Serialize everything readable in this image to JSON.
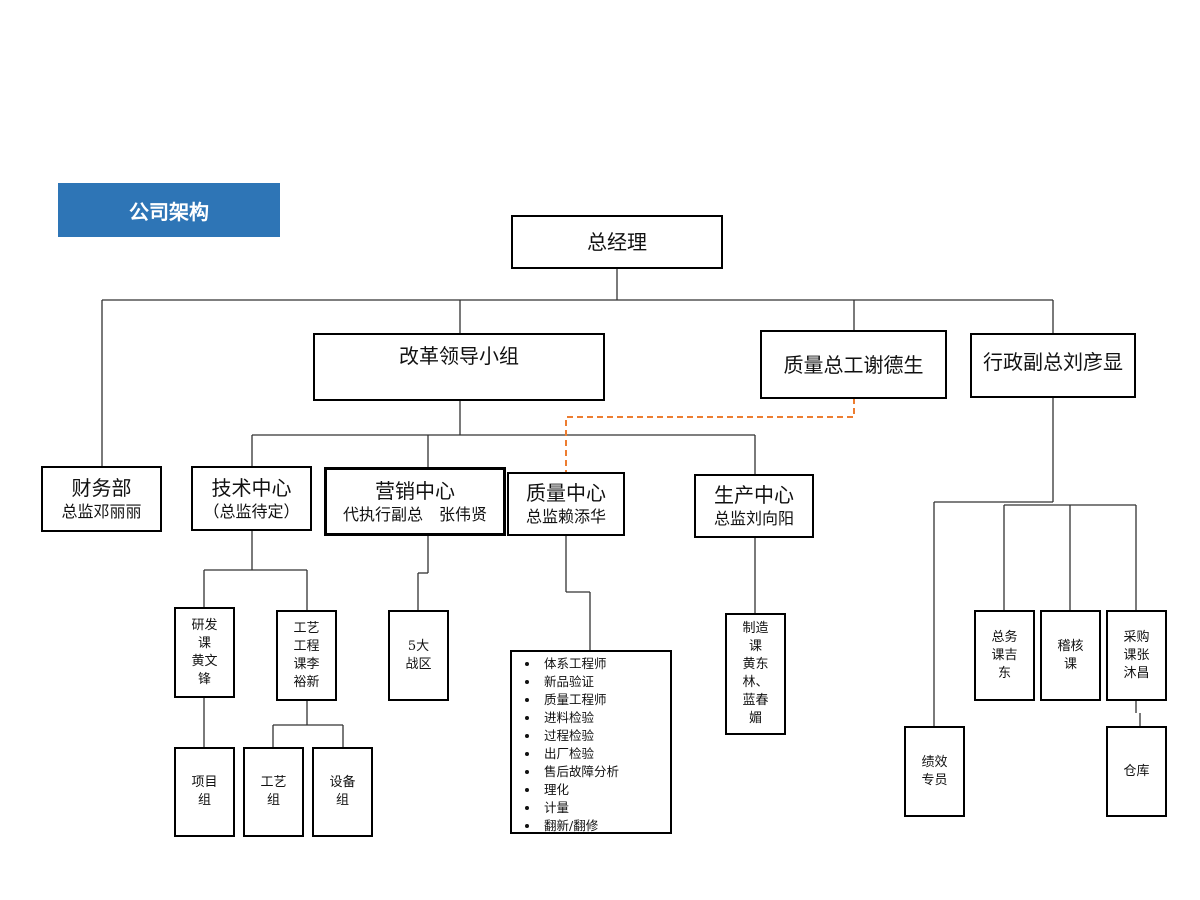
{
  "banner": "公司架构",
  "gm": "总经理",
  "reform": "改革领导小组",
  "quality_chief": "质量总工谢德生",
  "admin_vp": "行政副总刘彦显",
  "finance": {
    "title": "财务部",
    "sub": "总监邓丽丽"
  },
  "tech": {
    "title": "技术中心",
    "sub": "（总监待定）"
  },
  "marketing": {
    "title": "营销中心",
    "sub": "代执行副总　张伟贤"
  },
  "quality": {
    "title": "质量中心",
    "sub": "总监赖添华"
  },
  "production": {
    "title": "生产中心",
    "sub": "总监刘向阳"
  },
  "rd": "研发\n课\n黄文\n锋",
  "process_eng": "工艺\n工程\n课李\n裕新",
  "project_group": "项目\n组",
  "process_group": "工艺\n组",
  "equipment_group": "设备\n组",
  "war_zone": "5大\n战区",
  "quality_items": [
    "体系工程师",
    "新品验证",
    "质量工程师",
    "进料检验",
    "过程检验",
    "出厂检验",
    "售后故障分析",
    "理化",
    "计量",
    "翻新/翻修"
  ],
  "manufacturing": "制造\n课\n黄东\n林、\n蓝春\n媚",
  "general_affairs": "总务\n课吉\n东",
  "audit": "稽核\n课",
  "performance": "绩效\n专员",
  "purchasing": "采购\n课张\n沐昌",
  "warehouse": "仓库",
  "colors": {
    "banner": "#2e75b6",
    "dotted_link": "#ed7d31"
  }
}
